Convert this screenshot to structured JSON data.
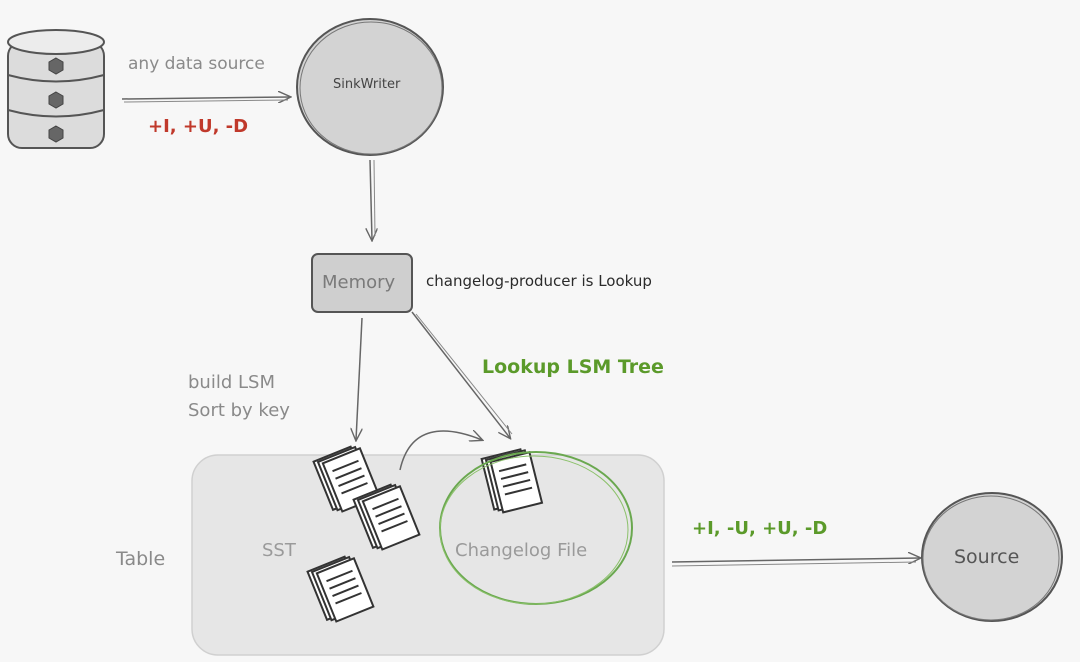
{
  "labels": {
    "any_data_source": "any data source",
    "sink_ops": "+I, +U, -D",
    "sink_writer": "SinkWriter",
    "memory": "Memory",
    "changelog_producer": "changelog-producer is Lookup",
    "lookup_lsm_tree": "Lookup LSM Tree",
    "build_lsm": "build LSM",
    "sort_by_key": "Sort by key",
    "table": "Table",
    "sst": "SST",
    "changelog_file": "Changelog File",
    "source_ops": "+I, -U, +U, -D",
    "source": "Source"
  },
  "colors": {
    "background": "#f7f7f7",
    "node_fill": "#d3d3d3",
    "node_stroke": "#555555",
    "table_fill": "#e6e6e6",
    "accent_red": "#c0392b",
    "accent_green": "#5b9a2a",
    "label_gray": "#8a8a8a"
  },
  "icons": {
    "database": "database-icon",
    "document": "document-stack-icon"
  }
}
